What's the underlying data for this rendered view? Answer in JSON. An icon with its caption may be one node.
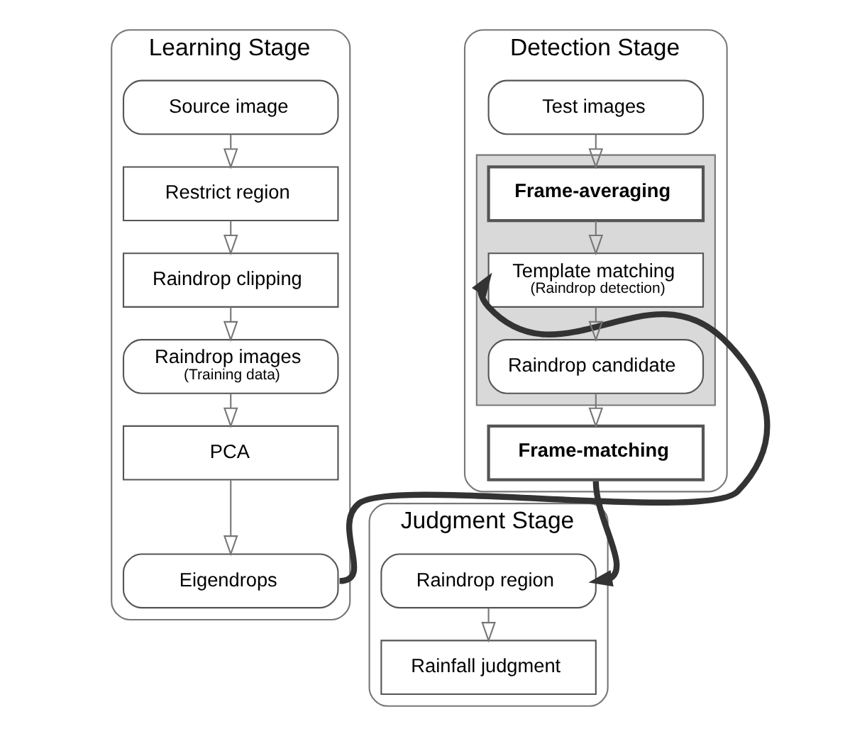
{
  "diagram": {
    "nodes": [
      {
        "text": [
          "Learning Stage"
        ]
      },
      {
        "text": [
          "Source image"
        ],
        "in": 0
      },
      {
        "text": [
          "Restrict region"
        ],
        "in": 0
      },
      {
        "text": [
          "Raindrop clipping"
        ],
        "in": 0
      },
      {
        "text": [
          "Raindrop images",
          "(Training data)"
        ],
        "in": 0
      },
      {
        "text": [
          "PCA"
        ],
        "in": 0
      },
      {
        "text": [
          "Eigendrops"
        ],
        "in": 0
      },
      {
        "text": [
          "Detection Stage"
        ]
      },
      {
        "text": [
          "Test images"
        ],
        "in": 7
      },
      {
        "text": [],
        "shape": "box",
        "in": 7
      },
      {
        "text": [
          "Frame-averaging"
        ],
        "in": 9
      },
      {
        "text": [
          "Template matching",
          "(Raindrop detection)"
        ],
        "in": 9
      },
      {
        "text": [
          "Raindrop candidate"
        ],
        "in": 9
      },
      {
        "text": [
          "Frame-matching"
        ],
        "in": 7
      },
      {
        "text": [
          "Judgment Stage"
        ]
      },
      {
        "text": [
          "Raindrop region"
        ],
        "in": 14
      },
      {
        "text": [
          "Rainfall judgment"
        ],
        "in": 14
      }
    ],
    "edges": [
      {
        "from": 1,
        "to": 2,
        "arrow": "to"
      },
      {
        "from": 2,
        "to": 3,
        "arrow": "to"
      },
      {
        "from": 3,
        "to": 4,
        "arrow": "to"
      },
      {
        "from": 4,
        "to": 5,
        "arrow": "to"
      },
      {
        "from": 5,
        "to": 6,
        "arrow": "to"
      },
      {
        "from": 8,
        "to": 10,
        "arrow": "to"
      },
      {
        "from": 10,
        "to": 11,
        "arrow": "to"
      },
      {
        "from": 11,
        "to": 12,
        "arrow": "to"
      },
      {
        "from": 12,
        "to": 13,
        "arrow": "to"
      },
      {
        "from": 6,
        "to": 11,
        "arrow": "to",
        "style": "thick"
      },
      {
        "from": 13,
        "to": 15,
        "arrow": "to",
        "style": "thick"
      },
      {
        "from": 15,
        "to": 16,
        "arrow": "to"
      }
    ]
  }
}
